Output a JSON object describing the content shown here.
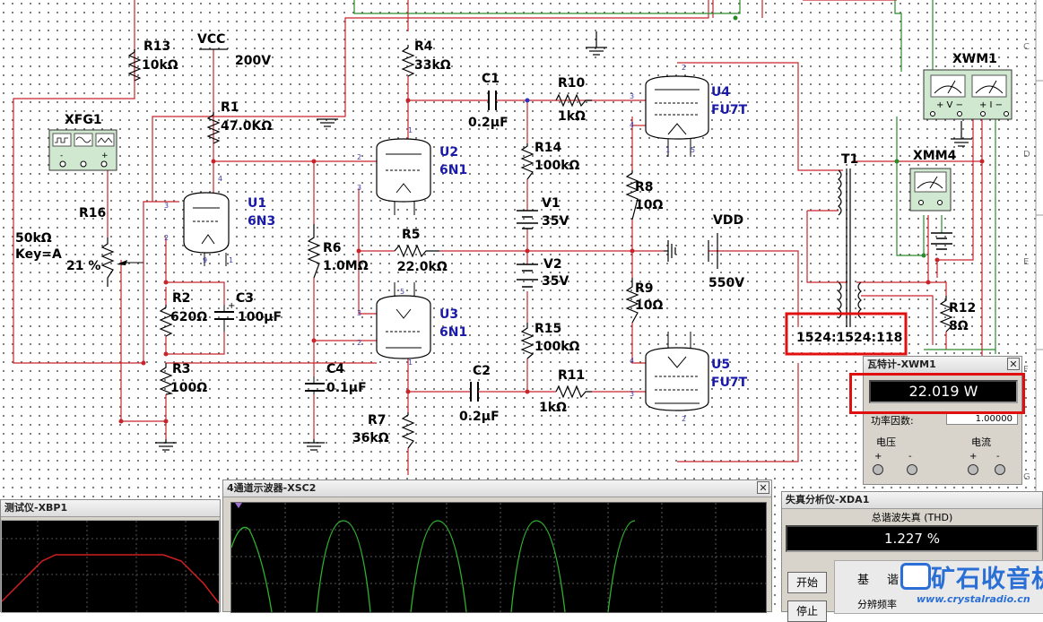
{
  "schematic": {
    "resistors": {
      "r13": {
        "ref": "R13",
        "value": "10kΩ"
      },
      "r1": {
        "ref": "R1",
        "value": "47.0KΩ"
      },
      "r4": {
        "ref": "R4",
        "value": "33kΩ"
      },
      "r10": {
        "ref": "R10",
        "value": "1kΩ"
      },
      "r14": {
        "ref": "R14",
        "value": "100kΩ"
      },
      "r8": {
        "ref": "R8",
        "value": "10Ω"
      },
      "r16": {
        "ref": "R16",
        "value": "50kΩ",
        "key": "Key=A",
        "pct": "21 %"
      },
      "r6": {
        "ref": "R6",
        "value": "1.0MΩ"
      },
      "r5": {
        "ref": "R5",
        "value": "22.0kΩ"
      },
      "r2": {
        "ref": "R2",
        "value": "620Ω"
      },
      "r3": {
        "ref": "R3",
        "value": "100Ω"
      },
      "r9": {
        "ref": "R9",
        "value": "10Ω"
      },
      "r15": {
        "ref": "R15",
        "value": "100kΩ"
      },
      "r11": {
        "ref": "R11",
        "value": "1kΩ"
      },
      "r7": {
        "ref": "R7",
        "value": "36kΩ"
      },
      "r12": {
        "ref": "R12",
        "value": "8Ω"
      }
    },
    "capacitors": {
      "c1": {
        "ref": "C1",
        "value": "0.2μF"
      },
      "c3": {
        "ref": "C3",
        "value": "100μF"
      },
      "c4": {
        "ref": "C4",
        "value": "0.1μF"
      },
      "c2": {
        "ref": "C2",
        "value": "0.2μF"
      }
    },
    "sources": {
      "vcc": {
        "ref": "VCC",
        "value": "200V"
      },
      "v1": {
        "ref": "V1",
        "value": "35V"
      },
      "v2": {
        "ref": "V2",
        "value": "35V"
      },
      "vdd": {
        "ref": "VDD",
        "value": "550V"
      }
    },
    "tubes": {
      "u1": {
        "ref": "U1",
        "type": "6N3"
      },
      "u2": {
        "ref": "U2",
        "type": "6N1"
      },
      "u3": {
        "ref": "U3",
        "type": "6N1"
      },
      "u4": {
        "ref": "U4",
        "type": "FU7T"
      },
      "u5": {
        "ref": "U5",
        "type": "FU7T"
      }
    },
    "instruments": {
      "xfg1": "XFG1",
      "xwm1": "XWM1",
      "xmm4": "XMM4"
    },
    "transformer": {
      "ref": "T1",
      "ratio": "1524:1524:118"
    },
    "highlight_color": "#e01010",
    "wire_red": "#c8242a",
    "wire_green": "#2a8a2a"
  },
  "wattmeter": {
    "title": "瓦特计-XWM1",
    "power": "22.019 W",
    "pf_label": "功率因数:",
    "pf_value": "1.00000",
    "voltage_label": "电压",
    "current_label": "电流",
    "plus": "+",
    "minus": "-"
  },
  "scope4": {
    "title": "4通道示波器-XSC2"
  },
  "bode": {
    "title": "测试仪-XBP1"
  },
  "distortion": {
    "title": "失真分析仪-XDA1",
    "thd_label": "总谐波失真 (THD)",
    "thd_value": "1.227 %",
    "start_btn": "开始",
    "stop_btn": "停止",
    "base_label": "基",
    "base_label2": "谐",
    "res_label": "分辨频率"
  },
  "watermark": {
    "cn": "矿石收音机",
    "url": "www.crystalradio.cn"
  },
  "ruler": {
    "c": "C",
    "d": "D",
    "e": "E",
    "f": "F",
    "g": "G"
  }
}
